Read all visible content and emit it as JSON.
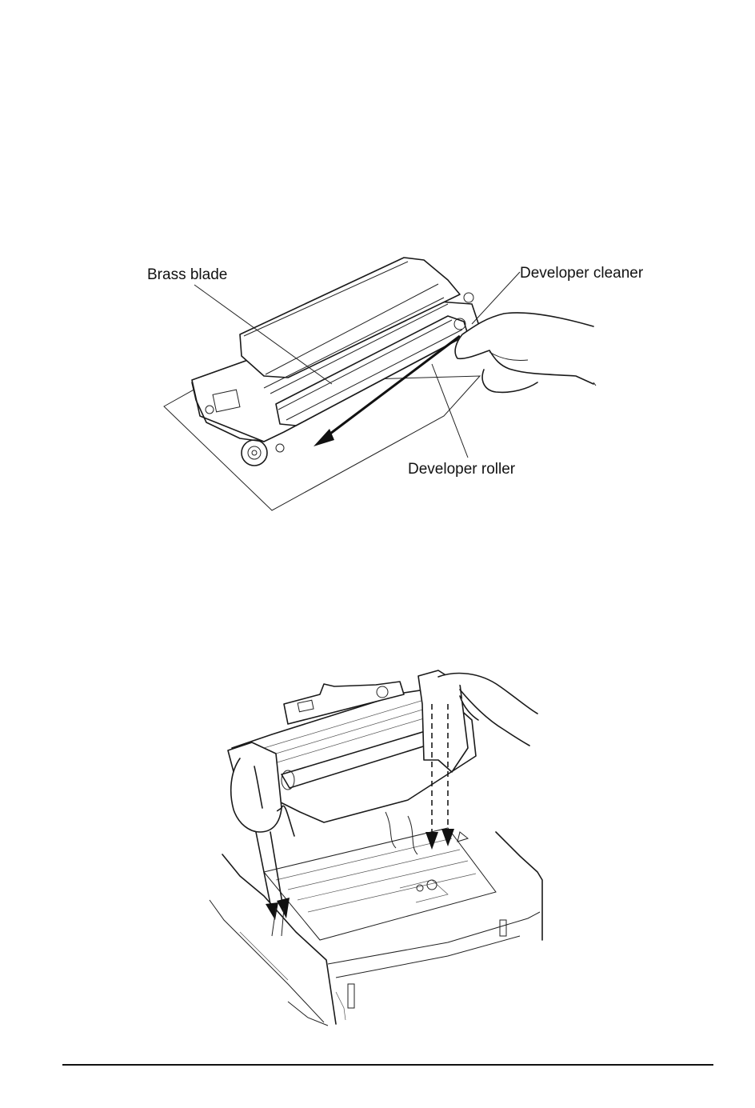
{
  "figure1": {
    "labels": {
      "brass_blade": "Brass blade",
      "developer_cleaner": "Developer cleaner",
      "developer_roller": "Developer roller"
    }
  },
  "figure2": {},
  "footer": {}
}
